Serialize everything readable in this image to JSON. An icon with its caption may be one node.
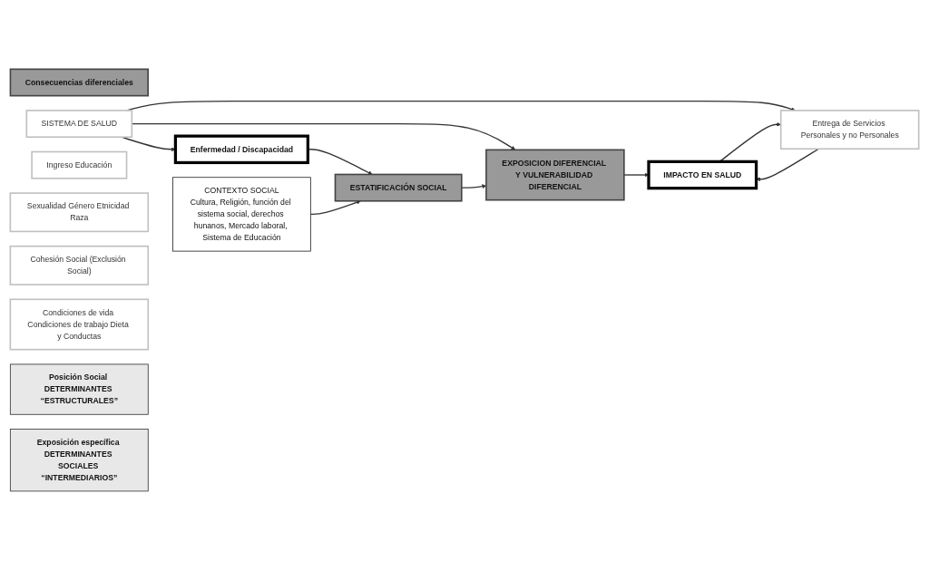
{
  "diagram": {
    "nodes": [
      {
        "text": [
          "CONTEXTO SOCIAL",
          "Cultura, Religión, función del sistema social, derechos hunanos, Mercado laboral, Sistema de Educación"
        ]
      },
      {
        "text": [
          "Consecuencias diferenciales"
        ]
      },
      {
        "text": [
          "Enfermedad / Discapacidad"
        ]
      },
      {
        "text": [
          "SISTEMA DE SALUD"
        ]
      },
      {
        "text": [
          "ESTATIFICACIÓN SOCIAL"
        ]
      },
      {
        "text": [
          "EXPOSICION DIFERENCIAL Y VULNERABILIDAD DIFERENCIAL"
        ]
      },
      {
        "text": [
          "IMPACTO EN SALUD"
        ]
      },
      {
        "text": [
          "Ingreso Educación"
        ]
      },
      {
        "text": [
          "Sexualidad Género Etnicidad Raza"
        ]
      },
      {
        "text": [
          "Cohesión Social (Exclusión Social)"
        ]
      },
      {
        "text": [
          "Condiciones de vida Condiciones de trabajo Dieta y Conductas"
        ]
      },
      {
        "text": [
          "Entrega de Servicios Personales y no Personales"
        ]
      },
      {
        "text": [
          "Posición Social DETERMINANTES “ESTRUCTURALES”"
        ]
      },
      {
        "text": [
          "Exposición específica DETERMINANTES SOCIALES “INTERMEDIARIOS”"
        ]
      }
    ],
    "edges": [
      {
        "from": 2,
        "to": 4,
        "arrow": "to"
      },
      {
        "from": 3,
        "to": 2,
        "arrow": "to"
      },
      {
        "from": 3,
        "to": 5,
        "arrow": "to"
      },
      {
        "from": 3,
        "to": 11,
        "arrow": "to"
      },
      {
        "from": 0,
        "to": 4,
        "arrow": "to"
      },
      {
        "from": 4,
        "to": 5,
        "arrow": "to"
      },
      {
        "from": 5,
        "to": 6,
        "arrow": "to"
      },
      {
        "from": 6,
        "to": 11,
        "arrow": "to"
      },
      {
        "from": 11,
        "to": 6,
        "arrow": "to"
      }
    ]
  }
}
